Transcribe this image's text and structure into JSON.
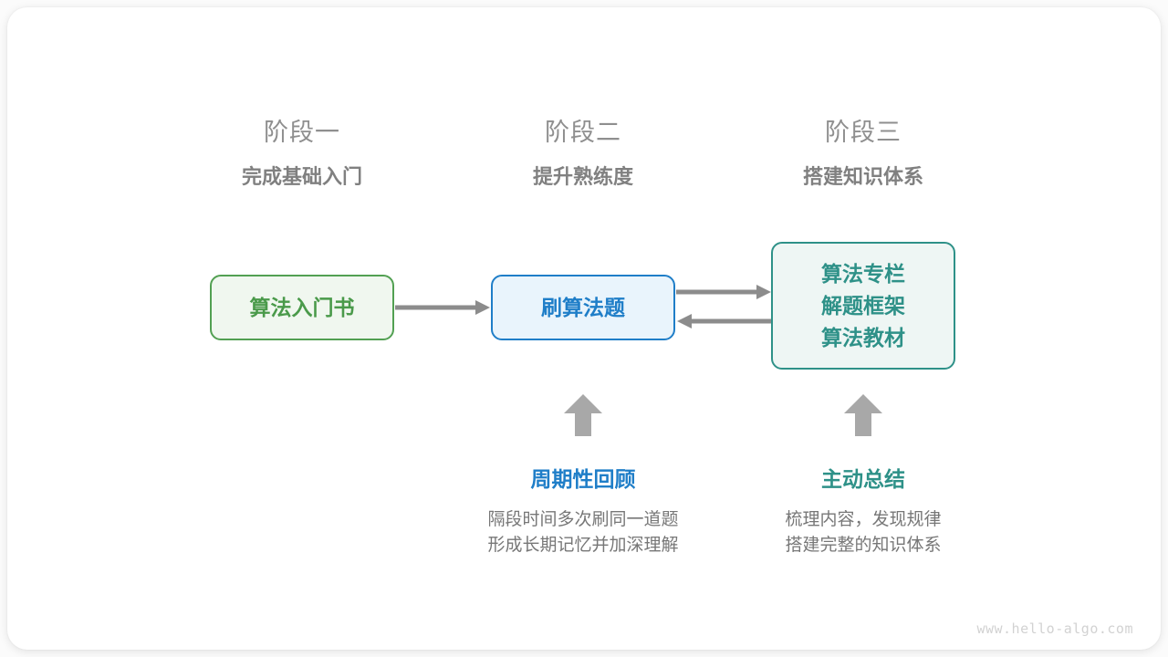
{
  "watermark": "www.hello-algo.com",
  "colors": {
    "green": "#52a052",
    "green_fill": "#f0f7ef",
    "blue": "#1f7ec8",
    "blue_fill": "#e9f4fc",
    "teal": "#2e9188",
    "teal_fill": "#eef6f4",
    "gray_arrow": "#8c8c8c",
    "gray_block_arrow": "#a8a8a8",
    "header_gray": "#8f8f8f",
    "header_sub_gray": "#808080",
    "body_gray": "#777777",
    "watermark_gray": "#d2d2d2"
  },
  "stages": [
    {
      "title": "阶段一",
      "subtitle": "完成基础入门"
    },
    {
      "title": "阶段二",
      "subtitle": "提升熟练度"
    },
    {
      "title": "阶段三",
      "subtitle": "搭建知识体系"
    }
  ],
  "boxes": [
    {
      "id": "intro-book",
      "lines": [
        "算法入门书"
      ]
    },
    {
      "id": "practice-problems",
      "lines": [
        "刷算法题"
      ]
    },
    {
      "id": "knowledge-resources",
      "lines": [
        "算法专栏",
        "解题框架",
        "算法教材"
      ]
    }
  ],
  "notes": [
    {
      "id": "periodic-review",
      "title": "周期性回顾",
      "body_lines": [
        "隔段时间多次刷同一道题",
        "形成长期记忆并加深理解"
      ]
    },
    {
      "id": "active-summary",
      "title": "主动总结",
      "body_lines": [
        "梳理内容，发现规律",
        "搭建完整的知识体系"
      ]
    }
  ]
}
